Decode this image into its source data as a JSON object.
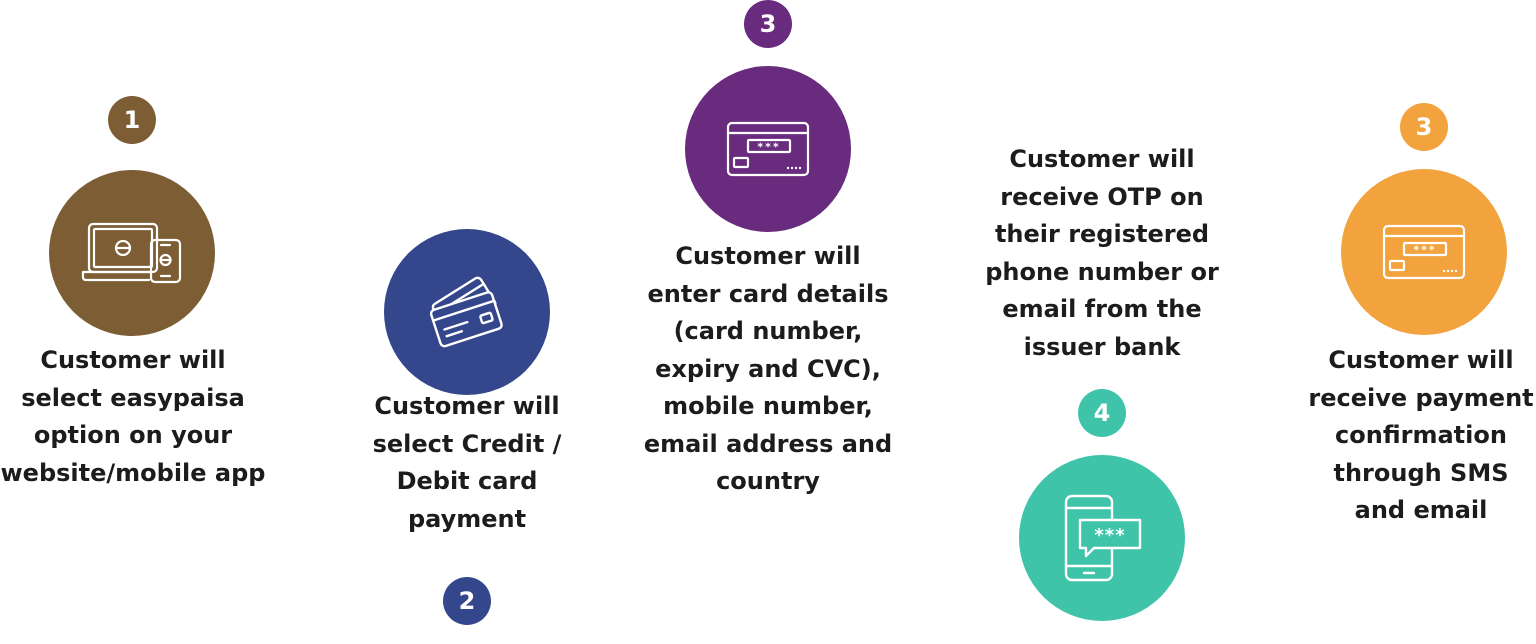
{
  "colors": {
    "step1": "#7c5d34",
    "step2": "#34468c",
    "step3_card": "#682b7e",
    "step4": "#3fc3a9",
    "step5": "#f2a33e",
    "icon_stroke": "#ffffff",
    "text": "#1c1c1c"
  },
  "steps": [
    {
      "badge": "1",
      "icon": "laptop-phone-icon",
      "text": "Customer will\nselect easypaisa\noption on your\nwebsite/mobile app"
    },
    {
      "badge": "2",
      "icon": "credit-cards-icon",
      "text": "Customer will\nselect Credit /\nDebit card\npayment"
    },
    {
      "badge": "3",
      "icon": "card-details-icon",
      "text": "Customer will\nenter card details\n(card number,\nexpiry and CVC),\nmobile number,\nemail address and\ncountry"
    },
    {
      "badge": "4",
      "icon": "phone-otp-icon",
      "text": "Customer will\nreceive OTP on\ntheir registered\nphone number or\nemail from the\nissuer bank"
    },
    {
      "badge": "3",
      "icon": "card-confirmation-icon",
      "text": "Customer will\nreceive payment\nconfirmation\nthrough SMS\nand email"
    }
  ]
}
